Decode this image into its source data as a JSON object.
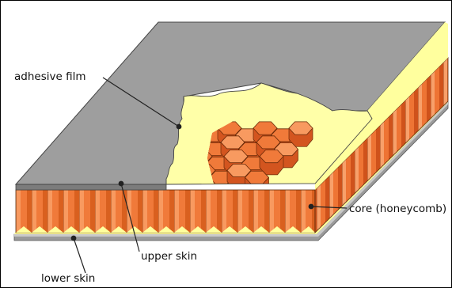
{
  "labels": {
    "adhesive_film": "adhesive film",
    "core": "core (honeycomb)",
    "upper_skin": "upper skin",
    "lower_skin": "lower skin"
  },
  "colors": {
    "skin": "#9e9e9e",
    "skin_edge": "#7a7a7a",
    "adhesive": "#ffffa8",
    "core_face": "#f07a3a",
    "core_dark": "#d3551f",
    "core_light": "#f89a60",
    "outline": "#3a3a3a"
  }
}
